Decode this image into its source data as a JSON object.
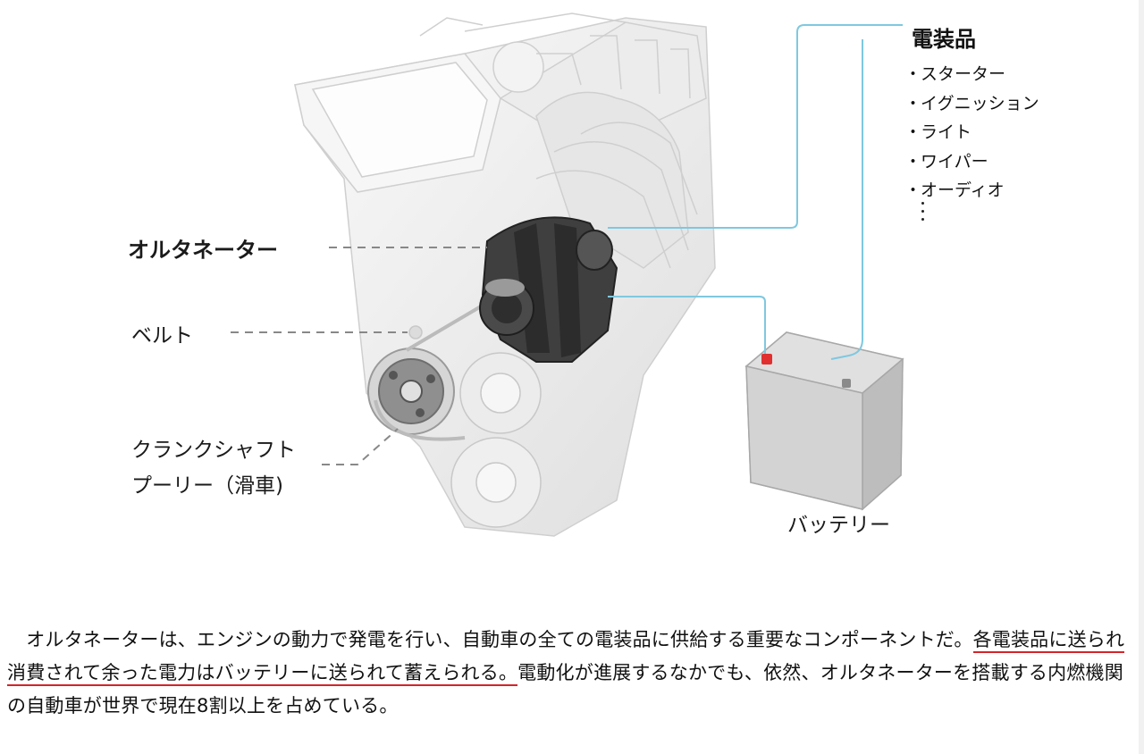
{
  "diagram": {
    "labels": {
      "alternator": "オルタネーター",
      "belt": "ベルト",
      "crankshaft_line1": "クランクシャフト",
      "crankshaft_line2": "プーリー（滑車)",
      "battery": "バッテリー"
    },
    "electrical": {
      "title": "電装品",
      "items": [
        "スターター",
        "イグニッション",
        "ライト",
        "ワイパー",
        "オーディオ"
      ]
    },
    "colors": {
      "connector_line": "#7fc8e0",
      "dashed_leader": "#888888",
      "battery_terminal": "#e03030",
      "engine": "#eeeeee",
      "alternator": "#3a3a3a"
    }
  },
  "article": {
    "sentence1": "オルタネーターは、エンジンの動力で発電を行い、自動車の全ての電装品に供給する重要なコンポーネントだ。",
    "sentence2_highlighted": "各電装品に送られ消費されて余った電力はバッテリーに送られて蓄えられる。",
    "sentence3": "電動化が進展するなかでも、依然、オルタネーターを搭載する内燃機関の自動車が世界で現在8割以上を占めている。",
    "highlight_color": "#d4242a"
  }
}
